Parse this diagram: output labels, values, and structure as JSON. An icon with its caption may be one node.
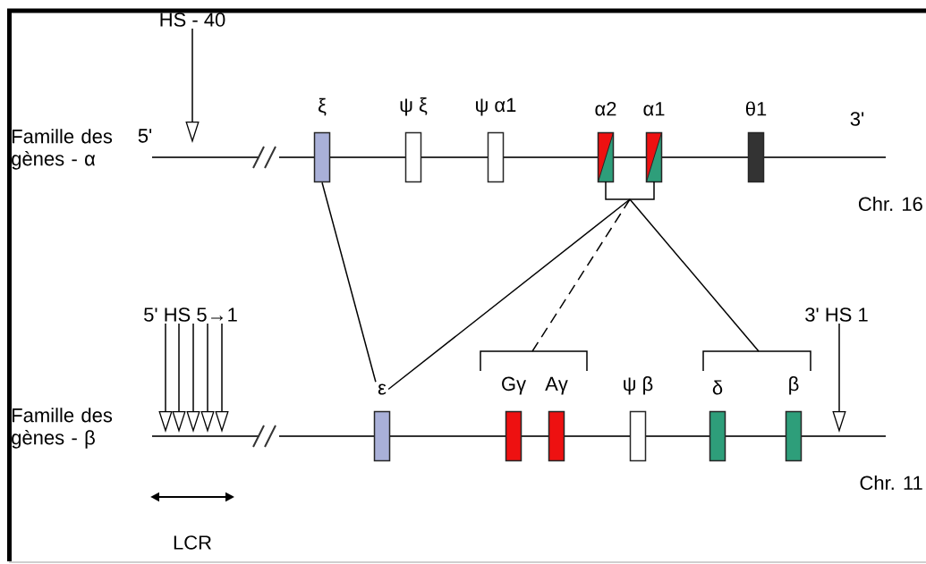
{
  "diagram": {
    "nodes": [
      {
        "text": [
          "HS - 40"
        ]
      },
      {
        "text": [
          "ξ"
        ]
      },
      {
        "text": [
          "ψ ξ"
        ]
      },
      {
        "text": [
          "ψ α1"
        ]
      },
      {
        "text": [
          "α2"
        ]
      },
      {
        "text": [
          "α1"
        ]
      },
      {
        "text": [
          "θ1"
        ]
      },
      {
        "text": [],
        "shape": "bracket"
      },
      {
        "text": [
          "5' HS 5→1"
        ]
      },
      {
        "text": [
          "ε"
        ]
      },
      {
        "text": [],
        "shape": "bracket"
      },
      {
        "text": [
          "Gγ"
        ]
      },
      {
        "text": [
          "Aγ"
        ]
      },
      {
        "text": [
          "ψ β"
        ]
      },
      {
        "text": [],
        "shape": "bracket"
      },
      {
        "text": [
          "δ"
        ]
      },
      {
        "text": [
          "β"
        ]
      },
      {
        "text": [
          "3' HS 1"
        ]
      }
    ],
    "edges": [
      {
        "from": 0,
        "to": null,
        "arrow": "to"
      },
      {
        "from": 8,
        "to": null,
        "arrow": "to"
      },
      {
        "from": 8,
        "to": null,
        "arrow": "to"
      },
      {
        "from": 8,
        "to": null,
        "arrow": "to"
      },
      {
        "from": 8,
        "to": null,
        "arrow": "to"
      },
      {
        "from": 8,
        "to": null,
        "arrow": "to"
      },
      {
        "from": 17,
        "to": null,
        "arrow": "to"
      },
      {
        "from": 1,
        "to": 9,
        "arrow": "none"
      },
      {
        "from": 7,
        "to": 9,
        "arrow": "none"
      },
      {
        "from": 7,
        "to": 10,
        "arrow": "none",
        "style": "dashed"
      },
      {
        "from": 7,
        "to": 14,
        "arrow": "none"
      }
    ],
    "labels": [
      "Famille des gènes - α",
      "5'",
      "3'",
      "Chr. 16",
      "Famille des gènes - β",
      "Chr. 11",
      "LCR"
    ]
  }
}
